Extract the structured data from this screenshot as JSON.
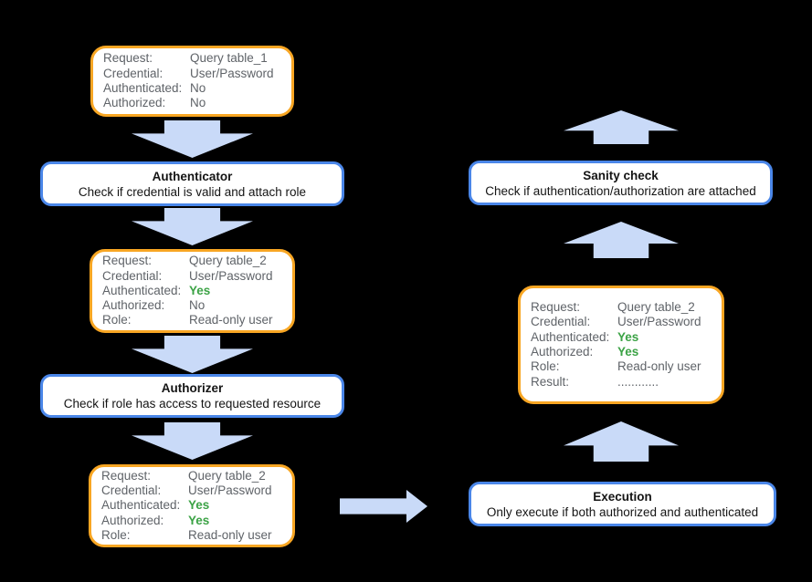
{
  "diagram": {
    "background": "#000000",
    "colors": {
      "state_box_border": "#F8A623",
      "process_box_border": "#4A86E8",
      "box_background": "#FFFFFF",
      "arrow_fill": "#C9DAF8",
      "label_text": "#5F6368",
      "process_text": "#141414",
      "highlight_green": "#3CA346"
    },
    "state_boxes": [
      {
        "name": "initial-request",
        "rows": [
          {
            "label": "Request:",
            "value": "Query table_1"
          },
          {
            "label": "Credential:",
            "value": "User/Password"
          },
          {
            "label": "Authenticated:",
            "value": "No"
          },
          {
            "label": "Authorized:",
            "value": "No"
          }
        ]
      },
      {
        "name": "after-authentication",
        "rows": [
          {
            "label": "Request:",
            "value": "Query table_2"
          },
          {
            "label": "Credential:",
            "value": "User/Password"
          },
          {
            "label": "Authenticated:",
            "value": "Yes"
          },
          {
            "label": "Authorized:",
            "value": "No"
          },
          {
            "label": "Role:",
            "value": "Read-only user"
          }
        ]
      },
      {
        "name": "after-authorization",
        "rows": [
          {
            "label": "Request:",
            "value": "Query table_2"
          },
          {
            "label": "Credential:",
            "value": "User/Password"
          },
          {
            "label": "Authenticated:",
            "value": "Yes"
          },
          {
            "label": "Authorized:",
            "value": "Yes"
          },
          {
            "label": "Role:",
            "value": "Read-only user"
          }
        ]
      },
      {
        "name": "after-execution",
        "rows": [
          {
            "label": "Request:",
            "value": "Query table_2"
          },
          {
            "label": "Credential:",
            "value": "User/Password"
          },
          {
            "label": "Authenticated:",
            "value": "Yes"
          },
          {
            "label": "Authorized:",
            "value": "Yes"
          },
          {
            "label": "Role:",
            "value": "Read-only user"
          },
          {
            "label": "Result:",
            "value": "............"
          }
        ]
      }
    ],
    "process_boxes": [
      {
        "name": "authenticator",
        "title": "Authenticator",
        "subtitle": "Check if credential is valid and attach role"
      },
      {
        "name": "authorizer",
        "title": "Authorizer",
        "subtitle": "Check if role has access to requested resource"
      },
      {
        "name": "execution",
        "title": "Execution",
        "subtitle": "Only execute if both authorized and authenticated"
      },
      {
        "name": "sanity-check",
        "title": "Sanity check",
        "subtitle": "Check if authentication/authorization are attached"
      }
    ]
  }
}
